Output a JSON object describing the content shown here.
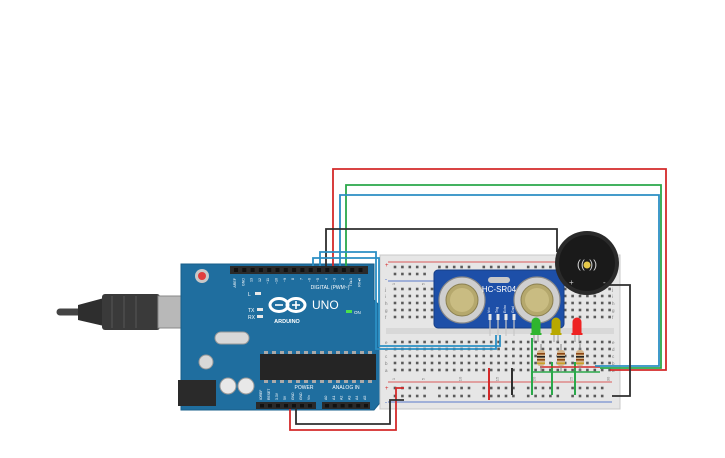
{
  "arduino": {
    "brand": "ARDUINO",
    "model": "UNO",
    "digital_label": "DIGITAL (PWM~)",
    "power_label": "POWER",
    "analog_label": "ANALOG IN",
    "on_label": "ON",
    "l_label": "L",
    "tx_label": "TX",
    "rx_label": "RX",
    "digital_pins": [
      "AREF",
      "GND",
      "13",
      "12",
      "~11",
      "~10",
      "~9",
      "8",
      "7",
      "~6",
      "~5",
      "4",
      "~3",
      "2",
      "TX▸1",
      "RX◂0"
    ],
    "power_pins": [
      "IOREF",
      "RESET",
      "3.3V",
      "5V",
      "GND",
      "GND",
      "Vin"
    ],
    "analog_pins": [
      "A0",
      "A1",
      "A2",
      "A3",
      "A4",
      "A5"
    ]
  },
  "sensor": {
    "label": "HC-SR04",
    "pins": [
      "Vcc",
      "Trig",
      "Echo",
      "Gnd"
    ]
  },
  "buzzer": {
    "symbol": "((•))",
    "plus": "+",
    "minus": "-"
  },
  "breadboard": {
    "row_letters_top": [
      "j",
      "i",
      "h",
      "g",
      "f"
    ],
    "row_letters_bottom": [
      "e",
      "d",
      "c",
      "b",
      "a"
    ],
    "column_numbers": [
      "1",
      "5",
      "10",
      "15",
      "20",
      "25",
      "30"
    ],
    "plus": "+",
    "minus": "-"
  },
  "leds": [
    {
      "name": "green",
      "color": "#2fb52f"
    },
    {
      "name": "yellow",
      "color": "#b8a800"
    },
    {
      "name": "red",
      "color": "#ee2222"
    }
  ],
  "wire_colors": {
    "red": "#d42a2a",
    "green": "#2aa84a",
    "blue": "#2b8fc4",
    "black": "#2e2e2e"
  }
}
